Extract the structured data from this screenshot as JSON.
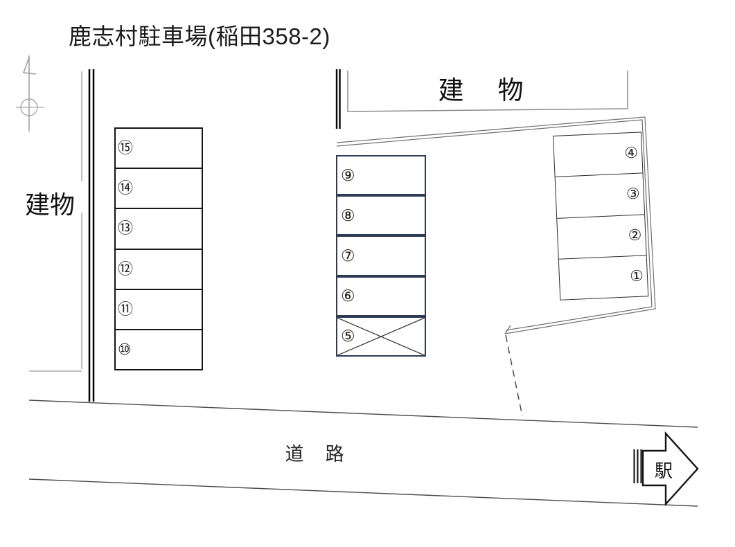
{
  "title": "鹿志村駐車場(稲田358-2)",
  "labels": {
    "building_left": "建物",
    "building_top": "建　物",
    "road": "道　路",
    "station": "駅"
  },
  "colors": {
    "middle_block_border": "#2e3b55",
    "block_line": "#151515",
    "outline_gray": "#8a8a8a",
    "background": "#ffffff"
  },
  "blocks": {
    "left": {
      "spaces": [
        {
          "label": "⑮"
        },
        {
          "label": "⑭"
        },
        {
          "label": "⑬"
        },
        {
          "label": "⑫"
        },
        {
          "label": "⑪"
        },
        {
          "label": "⑩"
        }
      ]
    },
    "middle": {
      "spaces": [
        {
          "label": "⑨"
        },
        {
          "label": "⑧"
        },
        {
          "label": "⑦"
        },
        {
          "label": "⑥"
        },
        {
          "label": "⑤",
          "status": "crossed-out"
        }
      ]
    },
    "right": {
      "spaces": [
        {
          "label": "④"
        },
        {
          "label": "③"
        },
        {
          "label": "②"
        },
        {
          "label": "①"
        }
      ]
    }
  }
}
